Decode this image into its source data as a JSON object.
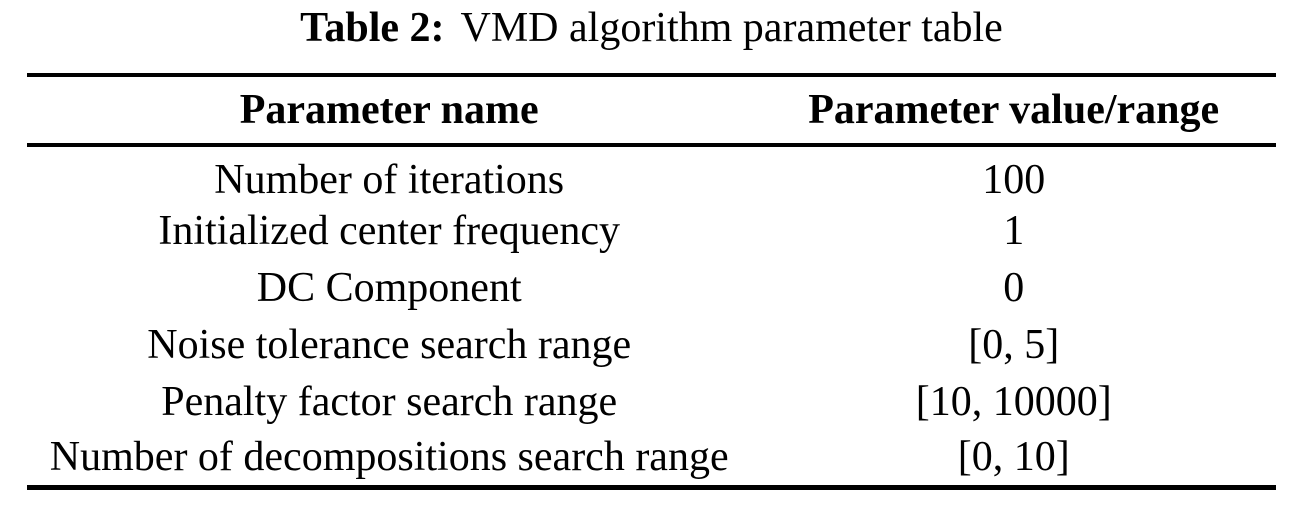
{
  "caption": {
    "label": "Table 2:",
    "title": "VMD algorithm parameter table"
  },
  "table": {
    "columns": [
      "Parameter name",
      "Parameter value/range"
    ],
    "rows": [
      {
        "name": "Number of iterations",
        "value": "100"
      },
      {
        "name": "Initialized center frequency",
        "value": "1"
      },
      {
        "name": "DC Component",
        "value": "0"
      },
      {
        "name": "Noise tolerance search range",
        "value": "[0, 5]"
      },
      {
        "name": "Penalty factor search range",
        "value": "[10, 10000]"
      },
      {
        "name": "Number of decompositions search range",
        "value": "[0, 10]"
      }
    ]
  },
  "colors": {
    "text": "#000000",
    "background": "#ffffff",
    "rule": "#000000"
  }
}
